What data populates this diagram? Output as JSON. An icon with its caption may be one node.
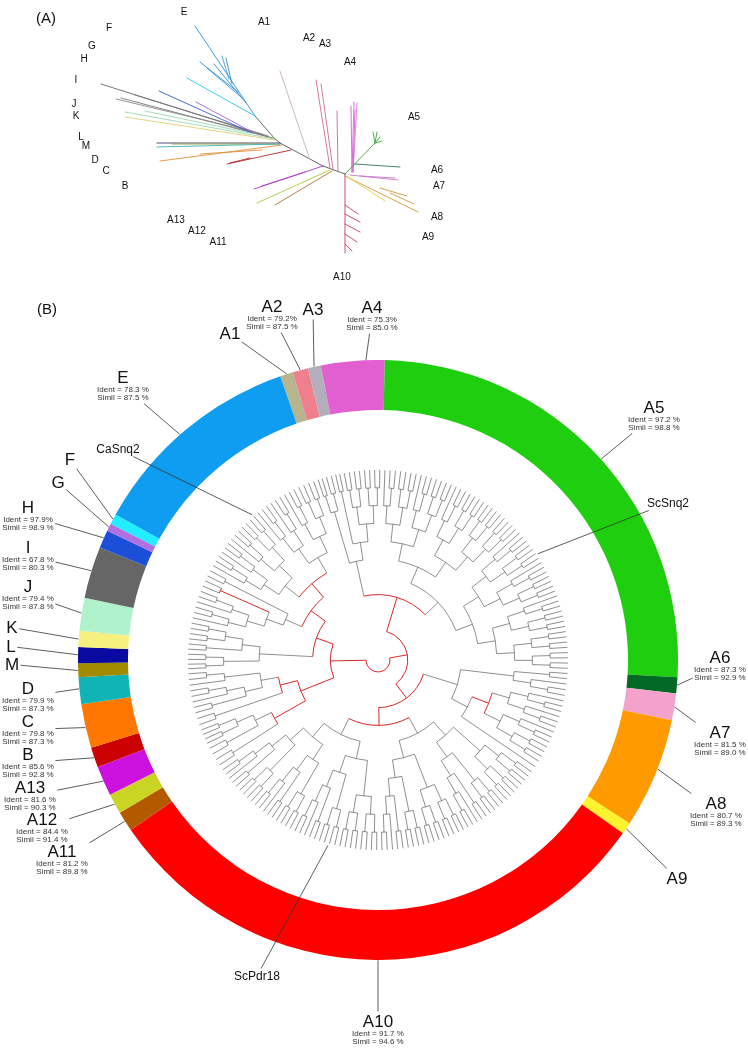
{
  "diagram": {
    "nodes": [
      {
        "text": [
          "A1"
        ]
      },
      {
        "text": [
          "A2",
          "Ident = 79.2%",
          "Simil = 87.5 %"
        ]
      },
      {
        "text": [
          "A3"
        ]
      },
      {
        "text": [
          "A4",
          "Ident = 75.3%",
          "Simil = 85.0 %"
        ]
      },
      {
        "text": [
          "A5",
          "Ident = 97.2 %",
          "Simil = 98.8 %"
        ]
      },
      {
        "text": [
          "ScSnq2"
        ]
      },
      {
        "text": [
          "A6",
          "Ident = 87.3 %",
          "Simil = 92.9 %"
        ]
      },
      {
        "text": [
          "A7",
          "Ident = 81.5 %",
          "Simil = 89.0 %"
        ]
      },
      {
        "text": [
          "A8",
          "Ident = 80.7 %",
          "Simil = 89.3 %"
        ]
      },
      {
        "text": [
          "A9"
        ]
      },
      {
        "text": [
          "A10",
          "Ident = 91.7 %",
          "Simil = 94.6 %"
        ]
      },
      {
        "text": [
          "ScPdr18"
        ]
      },
      {
        "text": [
          "A11",
          "Ident = 81.2 %",
          "Simil = 89.8 %"
        ]
      },
      {
        "text": [
          "A12",
          "Ident = 84.4 %",
          "Simil = 91.4 %"
        ]
      },
      {
        "text": [
          "A13",
          "Ident = 81.6 %",
          "Simil = 90.3 %"
        ]
      },
      {
        "text": [
          "B",
          "Ident = 85.6 %",
          "Simil = 92.8 %"
        ]
      },
      {
        "text": [
          "C",
          "Ident = 79.8 %",
          "Simil = 87.3 %"
        ]
      },
      {
        "text": [
          "D",
          "Ident = 79.9 %",
          "Simil = 87.3 %"
        ]
      },
      {
        "text": [
          "M"
        ]
      },
      {
        "text": [
          "L"
        ]
      },
      {
        "text": [
          "K"
        ]
      },
      {
        "text": [
          "J",
          "Ident = 79.4 %",
          "Simil = 87.8 %"
        ]
      },
      {
        "text": [
          "I",
          "Ident = 67.8 %",
          "Simil = 80.3 %"
        ]
      },
      {
        "text": [
          "H",
          "Ident = 97.9%",
          "Simil = 98.9 %"
        ]
      },
      {
        "text": [
          "G"
        ]
      },
      {
        "text": [
          "F"
        ]
      },
      {
        "text": [
          "CaSnq2"
        ]
      },
      {
        "text": [
          "E",
          "Ident = 78.3 %",
          "Simil = 87.5 %"
        ]
      },
      {
        "text": [],
        "shape": "arc"
      },
      {
        "text": [],
        "shape": "arc"
      },
      {
        "text": [],
        "shape": "arc"
      },
      {
        "text": [],
        "shape": "arc"
      },
      {
        "text": [],
        "shape": "arc"
      },
      {
        "text": [],
        "shape": "arc"
      },
      {
        "text": [],
        "shape": "arc"
      },
      {
        "text": [],
        "shape": "arc"
      },
      {
        "text": [],
        "shape": "arc"
      },
      {
        "text": [],
        "shape": "arc"
      },
      {
        "text": [],
        "shape": "arc"
      },
      {
        "text": [],
        "shape": "arc"
      },
      {
        "text": [],
        "shape": "arc"
      },
      {
        "text": [],
        "shape": "arc"
      },
      {
        "text": [],
        "shape": "arc"
      },
      {
        "text": [],
        "shape": "arc"
      },
      {
        "text": [],
        "shape": "arc"
      },
      {
        "text": [],
        "shape": "arc"
      },
      {
        "text": [],
        "shape": "arc"
      },
      {
        "text": [],
        "shape": "arc"
      },
      {
        "text": [],
        "shape": "arc"
      },
      {
        "text": [],
        "shape": "arc"
      },
      {
        "text": [],
        "shape": "arc"
      },
      {
        "text": [],
        "shape": "arc"
      },
      {
        "text": [],
        "shape": "arc"
      }
    ],
    "edges": [
      {
        "from": 0,
        "to": 28,
        "arrow": "none"
      },
      {
        "from": 1,
        "to": 29,
        "arrow": "none"
      },
      {
        "from": 2,
        "to": 30,
        "arrow": "none"
      },
      {
        "from": 3,
        "to": 31,
        "arrow": "none"
      },
      {
        "from": 4,
        "to": 32,
        "arrow": "none"
      },
      {
        "from": 5,
        "to": null,
        "arrow": "none"
      },
      {
        "from": 6,
        "to": 33,
        "arrow": "none"
      },
      {
        "from": 7,
        "to": 34,
        "arrow": "none"
      },
      {
        "from": 8,
        "to": 35,
        "arrow": "none"
      },
      {
        "from": 9,
        "to": 36,
        "arrow": "none"
      },
      {
        "from": 10,
        "to": 37,
        "arrow": "none"
      },
      {
        "from": 11,
        "to": null,
        "arrow": "none"
      },
      {
        "from": 12,
        "to": 38,
        "arrow": "none"
      },
      {
        "from": 13,
        "to": 39,
        "arrow": "none"
      },
      {
        "from": 14,
        "to": 40,
        "arrow": "none"
      },
      {
        "from": 15,
        "to": 41,
        "arrow": "none"
      },
      {
        "from": 16,
        "to": 42,
        "arrow": "none"
      },
      {
        "from": 17,
        "to": 43,
        "arrow": "none"
      },
      {
        "from": 18,
        "to": 44,
        "arrow": "none"
      },
      {
        "from": 19,
        "to": 45,
        "arrow": "none"
      },
      {
        "from": 20,
        "to": 46,
        "arrow": "none"
      },
      {
        "from": 21,
        "to": 47,
        "arrow": "none"
      },
      {
        "from": 22,
        "to": 48,
        "arrow": "none"
      },
      {
        "from": 23,
        "to": 49,
        "arrow": "none"
      },
      {
        "from": 24,
        "to": 50,
        "arrow": "none"
      },
      {
        "from": 25,
        "to": 51,
        "arrow": "none"
      },
      {
        "from": 26,
        "to": null,
        "arrow": "none"
      },
      {
        "from": 27,
        "to": 52,
        "arrow": "none"
      }
    ],
    "labels": [
      "(A)",
      "E",
      "A1",
      "F",
      "A2",
      "A3",
      "G",
      "H",
      "A4",
      "I",
      "J",
      "K",
      "A5",
      "L",
      "M",
      "D",
      "A6",
      "C",
      "B",
      "A7",
      "A8",
      "A13",
      "A12",
      "A9",
      "A11",
      "A10",
      "(B)"
    ]
  }
}
